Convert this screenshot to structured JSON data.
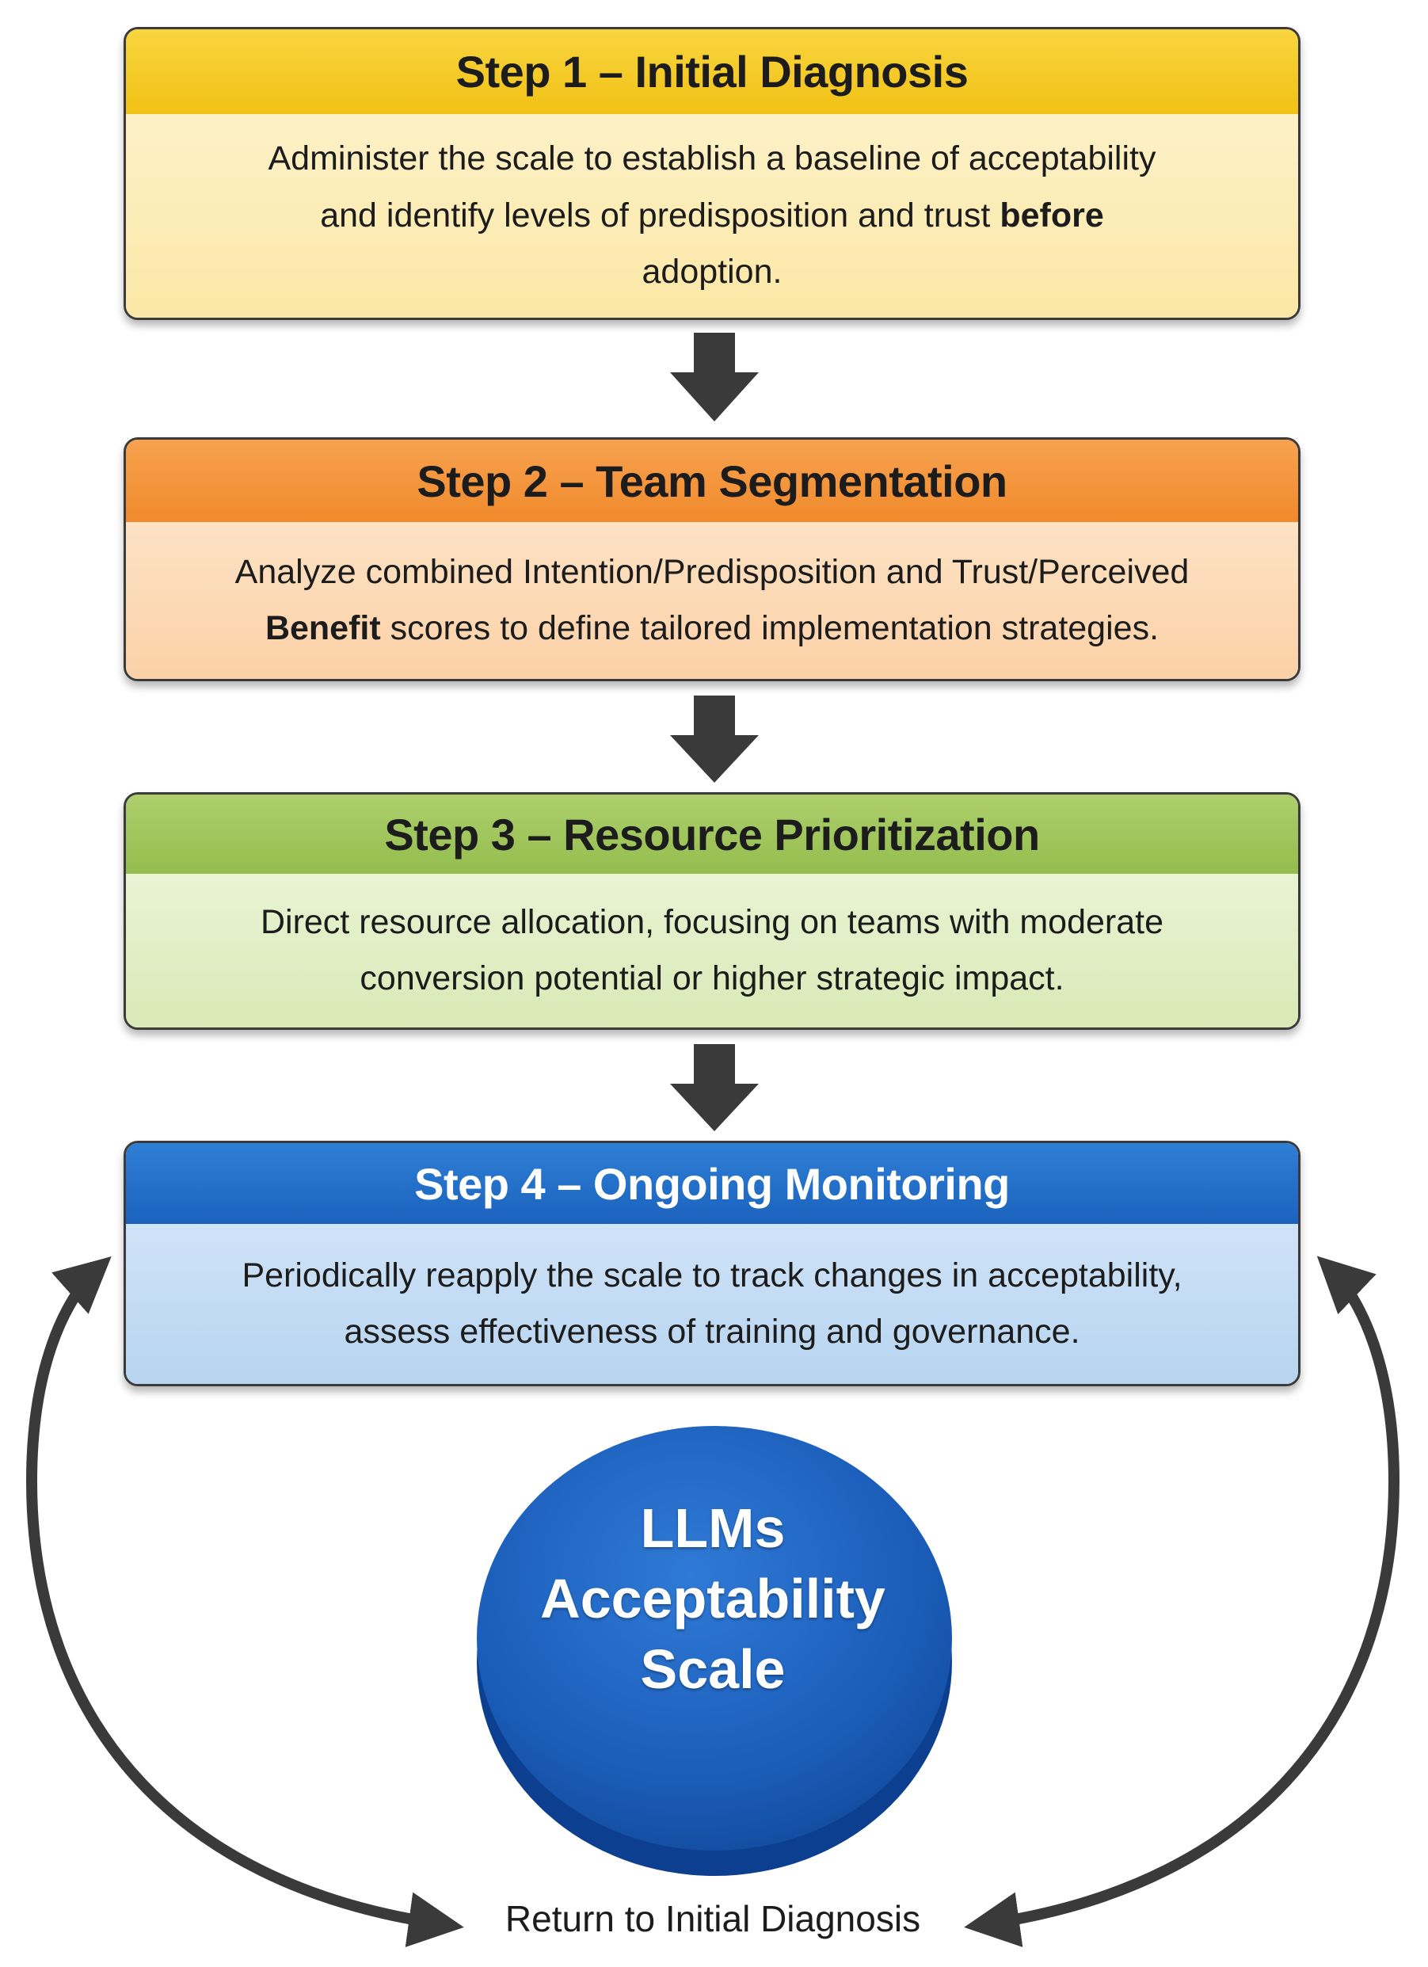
{
  "steps": [
    {
      "title": "Step 1 – Initial Diagnosis",
      "body_lines": [
        [
          "Administer the scale to establish a baseline of acceptability",
          ""
        ],
        [
          "and identify levels of predisposition and trust ",
          "before"
        ],
        [
          "adoption.",
          ""
        ]
      ],
      "header_color": "#f5c927",
      "body_color": "#fcecb6"
    },
    {
      "title": "Step 2 – Team Segmentation",
      "body_lines": [
        [
          "Analyze combined Intention/Predisposition and Trust/Perceived",
          ""
        ],
        [
          "",
          "Benefit"
        ],
        [
          " scores to define tailored implementation strategies.",
          ""
        ]
      ],
      "header_color": "#f3952f",
      "body_color": "#fcd9b5"
    },
    {
      "title": "Step 3 – Resource Prioritization",
      "body_lines": [
        [
          "Direct resource allocation, focusing on teams with moderate",
          ""
        ],
        [
          "conversion potential or higher strategic impact.",
          ""
        ]
      ],
      "header_color": "#a2c55c",
      "body_color": "#e1edc4"
    },
    {
      "title": "Step 4 – Ongoing Monitoring",
      "body_lines": [
        [
          "Periodically reapply the scale to track changes in acceptability,",
          ""
        ],
        [
          "assess effectiveness of training and governance.",
          ""
        ]
      ],
      "header_color": "#236fca",
      "body_color": "#c3dbf3"
    }
  ],
  "center_label": [
    "LLMs",
    "Acceptability",
    "Scale"
  ],
  "return_label": "Return to Initial Diagnosis",
  "colors": {
    "arrow": "#3a3a3a",
    "disc": "#1a5cb8",
    "disc_edge": "#0c3f8f"
  }
}
